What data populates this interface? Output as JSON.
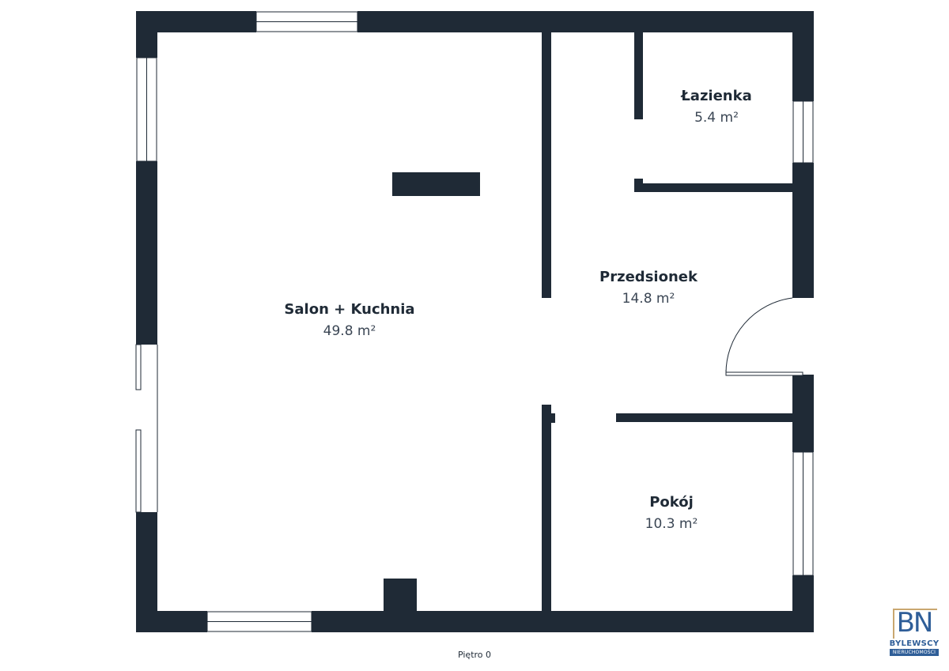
{
  "rooms": [
    {
      "id": "salon",
      "name": "Salon + Kuchnia",
      "area": "49.8 m²"
    },
    {
      "id": "lazienka",
      "name": "Łazienka",
      "area": "5.4 m²"
    },
    {
      "id": "przedsionek",
      "name": "Przedsionek",
      "area": "14.8 m²"
    },
    {
      "id": "pokoj",
      "name": "Pokój",
      "area": "10.3 m²"
    }
  ],
  "floor_label": "Piętro 0",
  "logo": {
    "letters": "BN",
    "line1": "BYLEWSCY",
    "line2": "NIERUCHOMOŚCI"
  },
  "colors": {
    "wall": "#1f2a36",
    "background": "#ffffff",
    "brand_blue": "#2f5e98",
    "brand_gold": "#c9a770"
  }
}
